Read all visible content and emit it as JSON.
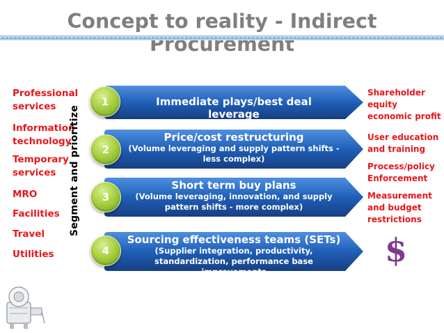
{
  "title": "Concept to reality - Indirect Procurement",
  "left_categories": [
    {
      "label": "Professional services"
    },
    {
      "label": "Information technology"
    },
    {
      "label": "Temporary services"
    },
    {
      "label": "MRO"
    },
    {
      "label": "Facilities"
    },
    {
      "label": "Travel"
    },
    {
      "label": "Utilities"
    }
  ],
  "vertical_label": "Segment and prioritize",
  "steps": [
    {
      "number": "1",
      "title": "Immediate plays/best deal leverage",
      "subtitle": ""
    },
    {
      "number": "2",
      "title": "Price/cost restructuring",
      "subtitle": "(Volume leveraging and supply pattern shifts - less complex)"
    },
    {
      "number": "3",
      "title": "Short term buy plans",
      "subtitle": "(Volume leveraging, innovation, and supply pattern shifts - more complex)"
    },
    {
      "number": "4",
      "title": "Sourcing effectiveness teams (SETs)",
      "subtitle": "(Supplier integration, productivity, standardization, performance base improvements"
    }
  ],
  "right_items": [
    {
      "label": "Shareholder equity economic profit"
    },
    {
      "label": "User education and training"
    },
    {
      "label": "Process/policy Enforcement"
    },
    {
      "label": "Measurement and budget restrictions"
    }
  ],
  "dollar_symbol": "$",
  "colors": {
    "title": "#7f7f7f",
    "category_red": "#e8161b",
    "arrow_blue": "#1f5fb8",
    "badge_green": "#a9d143",
    "dollar_purple": "#7e3a8f"
  },
  "icons": {
    "machine": "industrial-machine-icon"
  }
}
